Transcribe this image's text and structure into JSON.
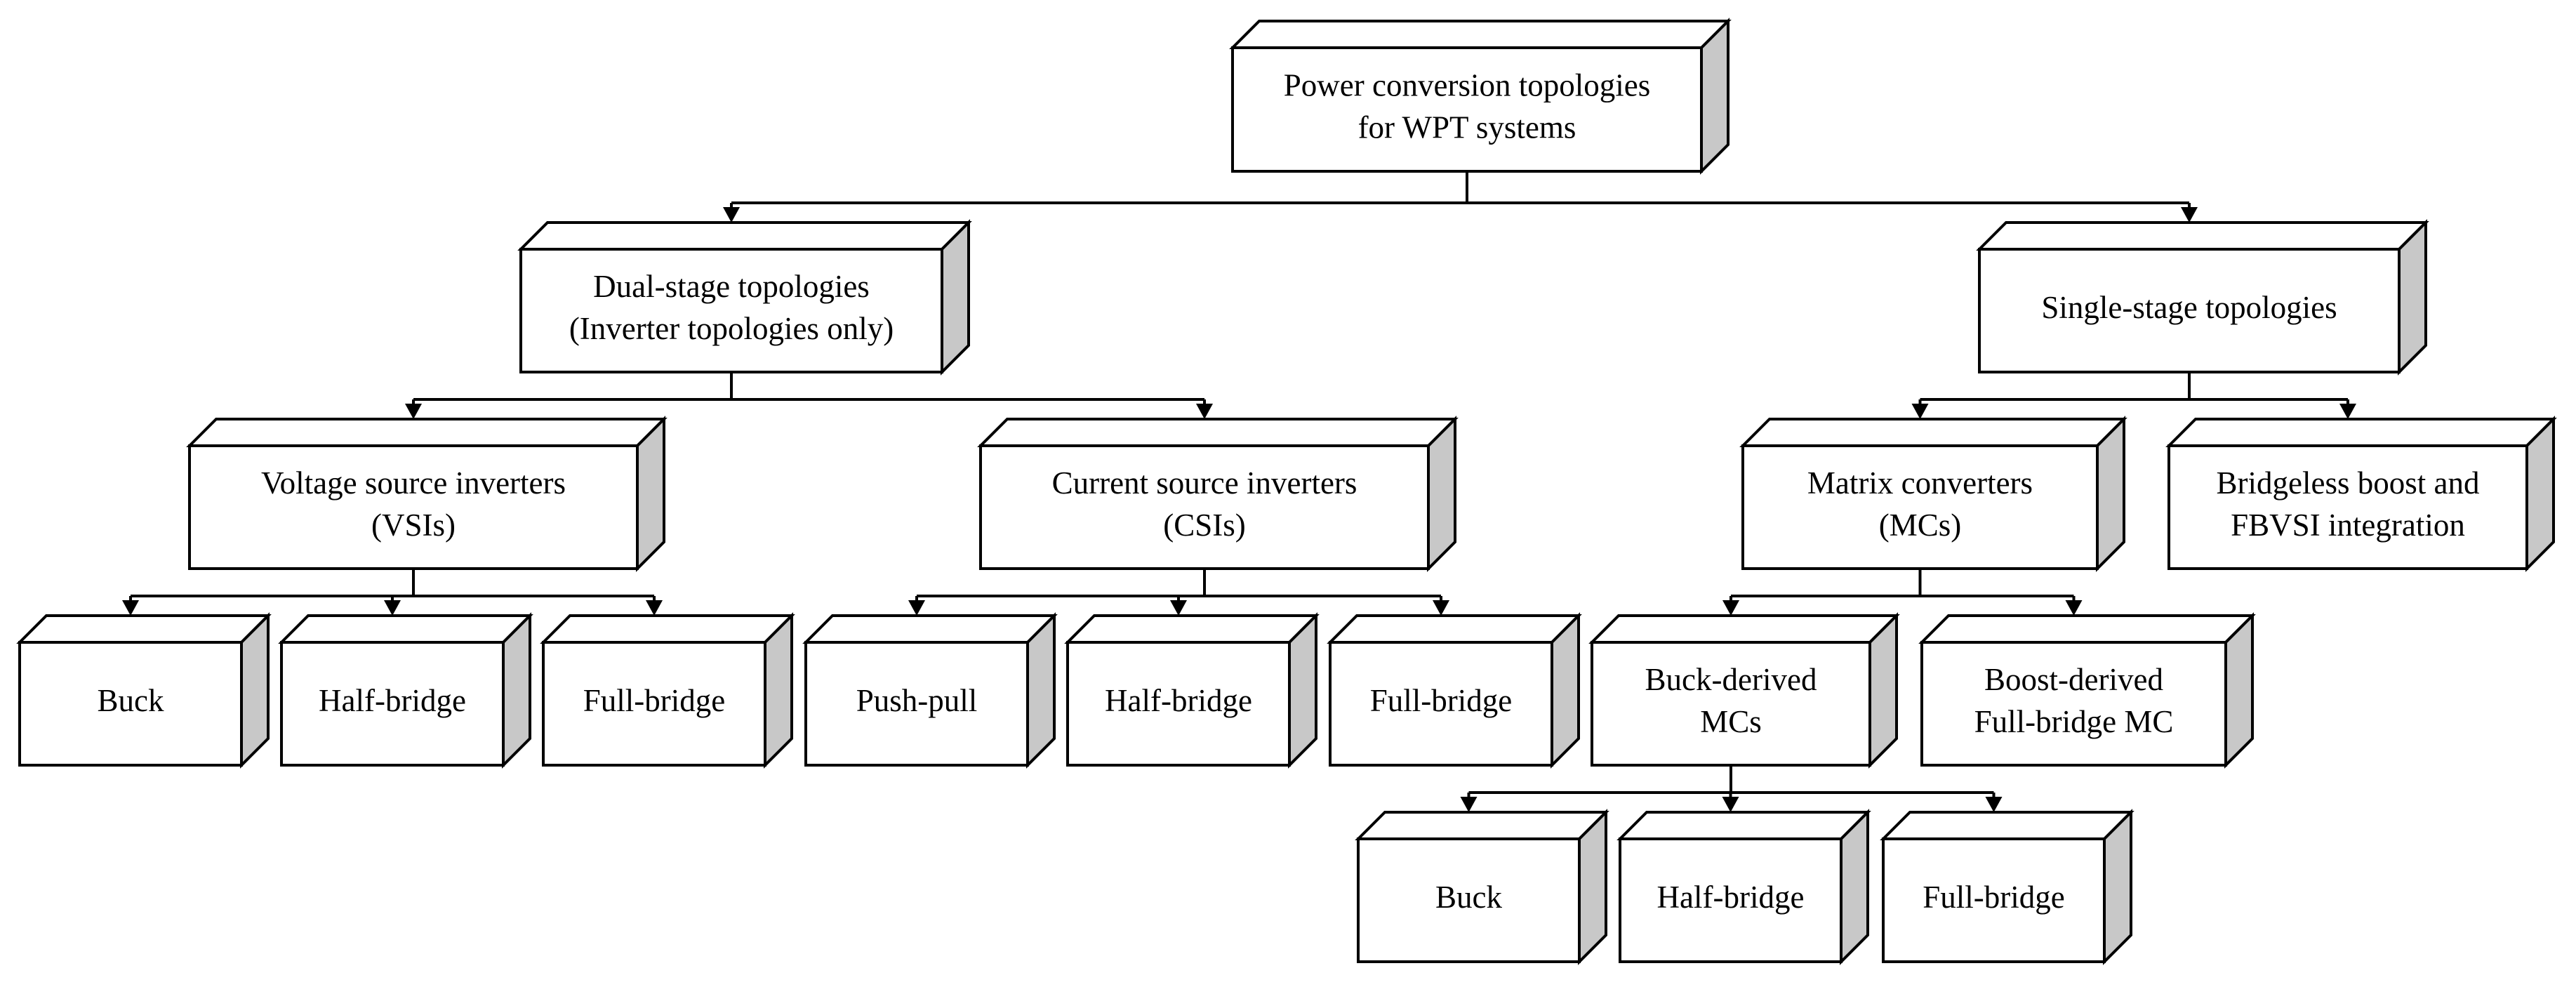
{
  "diagram": {
    "nodes": [
      {
        "id": "root",
        "lines": [
          "Power conversion topologies",
          "for WPT systems"
        ]
      },
      {
        "id": "dual",
        "lines": [
          "Dual-stage topologies",
          "(Inverter topologies only)"
        ]
      },
      {
        "id": "single",
        "lines": [
          "Single-stage topologies"
        ]
      },
      {
        "id": "vsi",
        "lines": [
          "Voltage source inverters",
          "(VSIs)"
        ]
      },
      {
        "id": "csi",
        "lines": [
          "Current source inverters",
          "(CSIs)"
        ]
      },
      {
        "id": "mc",
        "lines": [
          "Matrix converters",
          "(MCs)"
        ]
      },
      {
        "id": "bridgeless",
        "lines": [
          "Bridgeless boost and",
          "FBVSI integration"
        ]
      },
      {
        "id": "vsi-buck",
        "lines": [
          "Buck"
        ]
      },
      {
        "id": "vsi-half",
        "lines": [
          "Half-bridge"
        ]
      },
      {
        "id": "vsi-full",
        "lines": [
          "Full-bridge"
        ]
      },
      {
        "id": "csi-push",
        "lines": [
          "Push-pull"
        ]
      },
      {
        "id": "csi-half",
        "lines": [
          "Half-bridge"
        ]
      },
      {
        "id": "csi-full",
        "lines": [
          "Full-bridge"
        ]
      },
      {
        "id": "mc-buck-derived",
        "lines": [
          "Buck-derived",
          "MCs"
        ]
      },
      {
        "id": "mc-boost-derived",
        "lines": [
          "Boost-derived",
          "Full-bridge MC"
        ]
      },
      {
        "id": "bd-buck",
        "lines": [
          "Buck"
        ]
      },
      {
        "id": "bd-half",
        "lines": [
          "Half-bridge"
        ]
      },
      {
        "id": "bd-full",
        "lines": [
          "Full-bridge"
        ]
      }
    ],
    "edges": [
      {
        "from": "root",
        "to": [
          "dual",
          "single"
        ]
      },
      {
        "from": "dual",
        "to": [
          "vsi",
          "csi"
        ]
      },
      {
        "from": "single",
        "to": [
          "mc",
          "bridgeless"
        ]
      },
      {
        "from": "vsi",
        "to": [
          "vsi-buck",
          "vsi-half",
          "vsi-full"
        ]
      },
      {
        "from": "csi",
        "to": [
          "csi-push",
          "csi-half",
          "csi-full"
        ]
      },
      {
        "from": "mc",
        "to": [
          "mc-buck-derived",
          "mc-boost-derived"
        ]
      },
      {
        "from": "mc-buck-derived",
        "to": [
          "bd-buck",
          "bd-half",
          "bd-full"
        ]
      }
    ]
  }
}
